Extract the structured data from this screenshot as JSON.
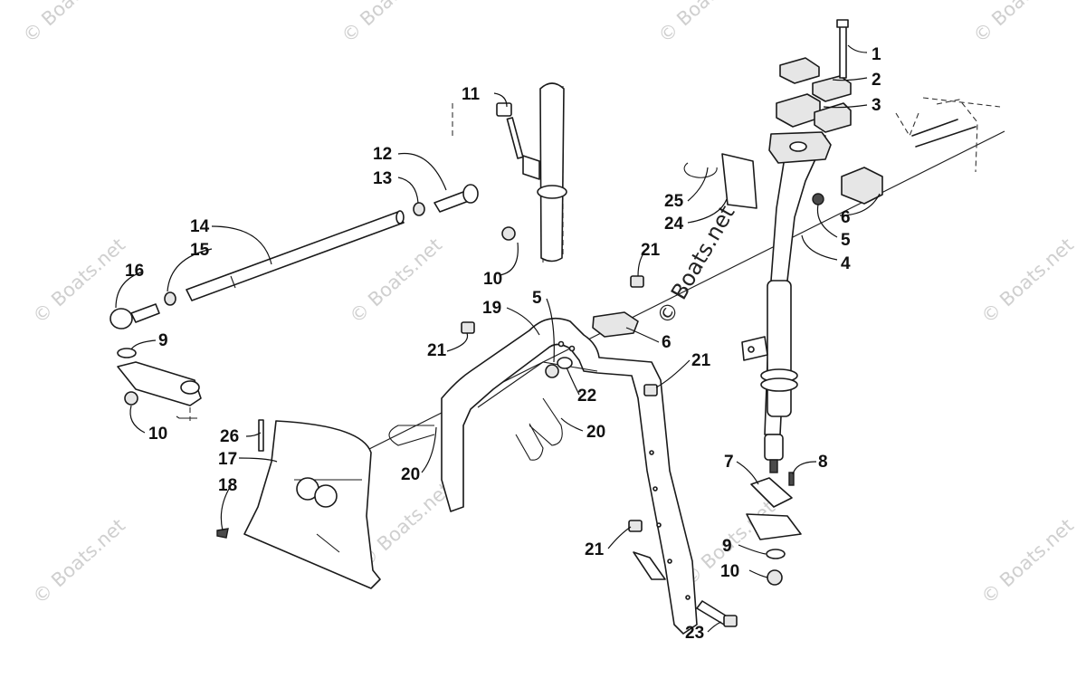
{
  "watermark": {
    "text": "© Boats.net",
    "color": "#cfcfcf"
  },
  "callouts": [
    {
      "id": "c1",
      "label": "1"
    },
    {
      "id": "c2",
      "label": "2"
    },
    {
      "id": "c3",
      "label": "3"
    },
    {
      "id": "c4",
      "label": "4"
    },
    {
      "id": "c5a",
      "label": "5"
    },
    {
      "id": "c5b",
      "label": "5"
    },
    {
      "id": "c6a",
      "label": "6"
    },
    {
      "id": "c6b",
      "label": "6"
    },
    {
      "id": "c7",
      "label": "7"
    },
    {
      "id": "c8",
      "label": "8"
    },
    {
      "id": "c9a",
      "label": "9"
    },
    {
      "id": "c9b",
      "label": "9"
    },
    {
      "id": "c10a",
      "label": "10"
    },
    {
      "id": "c10b",
      "label": "10"
    },
    {
      "id": "c10c",
      "label": "10"
    },
    {
      "id": "c11",
      "label": "11"
    },
    {
      "id": "c12",
      "label": "12"
    },
    {
      "id": "c13",
      "label": "13"
    },
    {
      "id": "c14",
      "label": "14"
    },
    {
      "id": "c15",
      "label": "15"
    },
    {
      "id": "c16",
      "label": "16"
    },
    {
      "id": "c17",
      "label": "17"
    },
    {
      "id": "c18",
      "label": "18"
    },
    {
      "id": "c19",
      "label": "19"
    },
    {
      "id": "c20a",
      "label": "20"
    },
    {
      "id": "c20b",
      "label": "20"
    },
    {
      "id": "c21a",
      "label": "21"
    },
    {
      "id": "c21b",
      "label": "21"
    },
    {
      "id": "c21c",
      "label": "21"
    },
    {
      "id": "c21d",
      "label": "21"
    },
    {
      "id": "c22",
      "label": "22"
    },
    {
      "id": "c23",
      "label": "23"
    },
    {
      "id": "c24",
      "label": "24"
    },
    {
      "id": "c25",
      "label": "25"
    },
    {
      "id": "c26",
      "label": "26"
    }
  ]
}
